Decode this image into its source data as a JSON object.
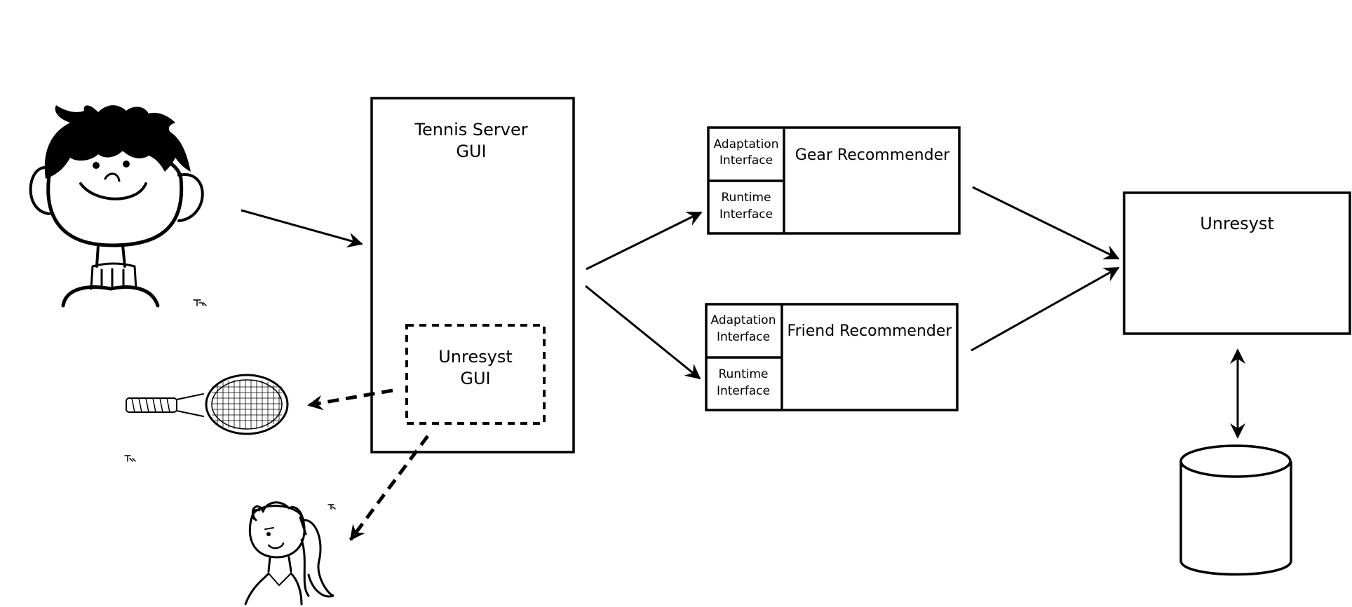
{
  "tennis_server": {
    "line1": "Tennis Server",
    "line2": "GUI"
  },
  "unresyst_gui": {
    "line1": "Unresyst",
    "line2": "GUI"
  },
  "gear_recommender": {
    "title": "Gear Recommender",
    "adaptation": {
      "line1": "Adaptation",
      "line2": "Interface"
    },
    "runtime": {
      "line1": "Runtime",
      "line2": "Interface"
    }
  },
  "friend_recommender": {
    "title": "Friend Recommender",
    "adaptation": {
      "line1": "Adaptation",
      "line2": "Interface"
    },
    "runtime": {
      "line1": "Runtime",
      "line2": "Interface"
    }
  },
  "unresyst": {
    "title": "Unresyst"
  },
  "icons": [
    "boy-user-icon",
    "tennis-racket-icon",
    "girl-user-icon",
    "database-cylinder-icon"
  ]
}
